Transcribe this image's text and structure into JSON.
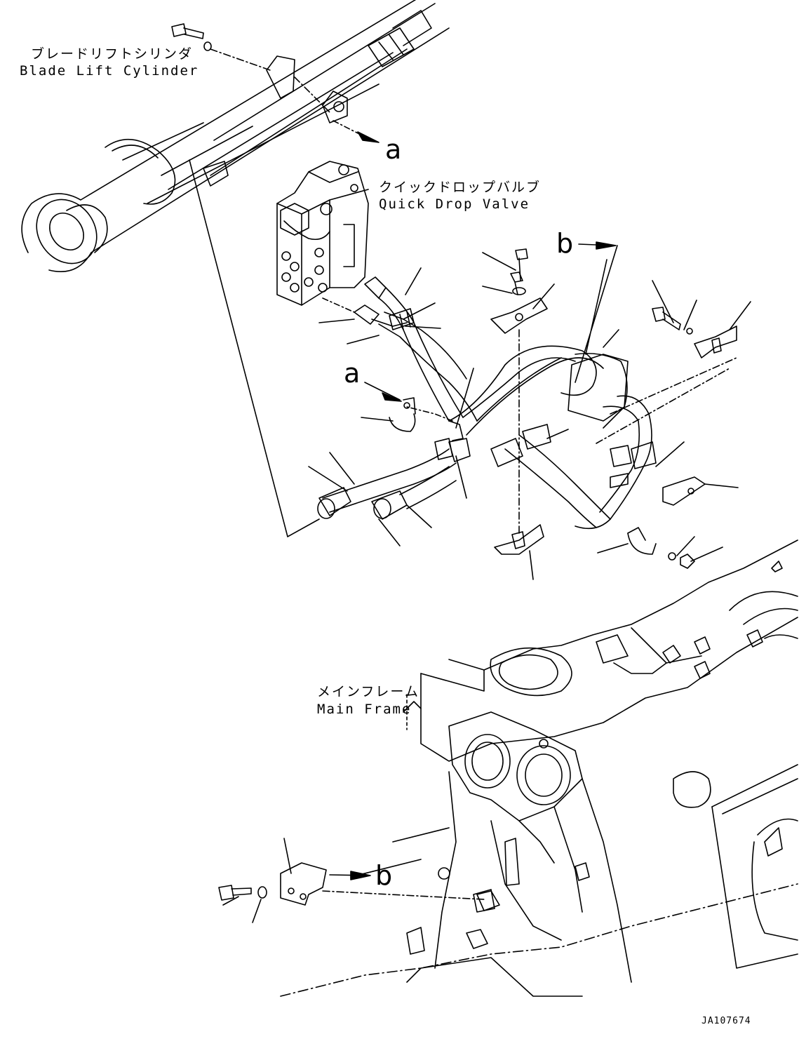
{
  "labels": {
    "blade_lift_cylinder_jp": "ブレードリフトシリンダ",
    "blade_lift_cylinder_en": "Blade Lift Cylinder",
    "quick_drop_valve_jp": "クイックドロップバルブ",
    "quick_drop_valve_en": "Quick Drop Valve",
    "main_frame_jp": "メインフレーム",
    "main_frame_en": "Main Frame"
  },
  "references": {
    "a_top": "a",
    "a_mid": "a",
    "b_top": "b",
    "b_bottom": "b"
  },
  "drawing_code": "JA107674"
}
